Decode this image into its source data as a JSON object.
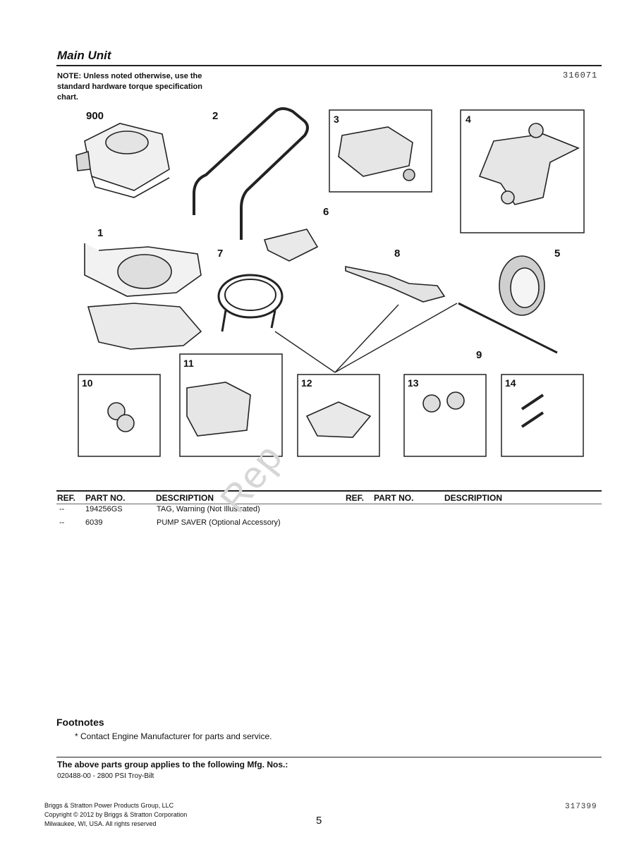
{
  "page": {
    "title": "Main Unit",
    "note": "NOTE: Unless noted otherwise, use the standard hardware torque specification chart.",
    "doc_number_top": "316071",
    "doc_number_bottom": "317399",
    "page_number": "5",
    "watermark": "Rep"
  },
  "diagram": {
    "callouts": [
      "900",
      "2",
      "3",
      "4",
      "6",
      "1",
      "7",
      "8",
      "5",
      "9",
      "10",
      "11",
      "12",
      "13",
      "14"
    ]
  },
  "table": {
    "headers": {
      "ref": "REF.",
      "part_no": "PART NO.",
      "description": "DESCRIPTION"
    },
    "rows": [
      {
        "ref": "--",
        "part_no": "194256GS",
        "description": "TAG, Warning (Not Illustrated)"
      },
      {
        "ref": "--",
        "part_no": "6039",
        "description": "PUMP SAVER (Optional Accessory)"
      }
    ]
  },
  "footnotes": {
    "title": "Footnotes",
    "items": [
      "* Contact Engine Manufacturer for parts and service."
    ]
  },
  "applies": {
    "heading": "The above parts group applies to the following Mfg. Nos.:",
    "mfg": "020488-00 - 2800 PSI Troy-Bilt"
  },
  "company": {
    "line1": "Briggs & Stratton Power Products Group, LLC",
    "line2": "Copyright © 2012 by Briggs & Stratton Corporation",
    "line3": "Milwaukee, WI, USA. All rights reserved"
  }
}
